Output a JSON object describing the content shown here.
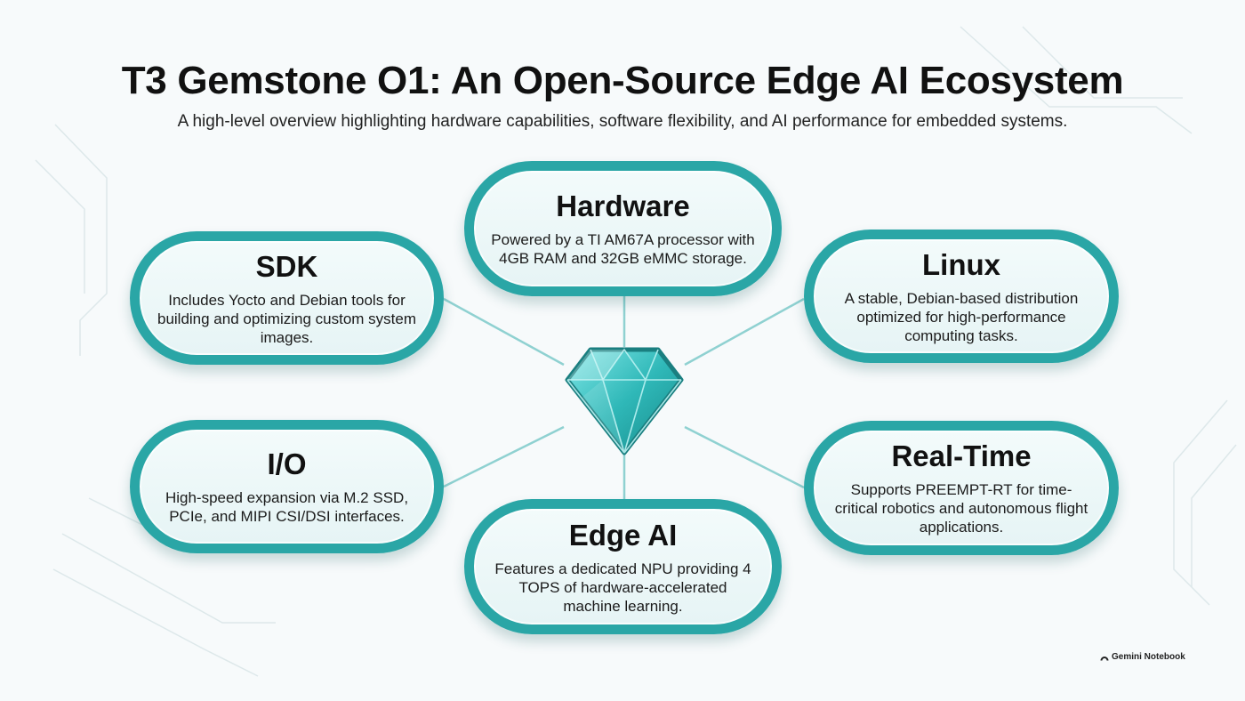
{
  "title": "T3 Gemstone O1: An Open-Source Edge AI Ecosystem",
  "subtitle": "A high-level overview highlighting hardware capabilities, software flexibility, and AI performance for embedded systems.",
  "center_icon": "diamond-gem-icon",
  "accent_color": "#2aa6a6",
  "nodes": {
    "hardware": {
      "title": "Hardware",
      "description": "Powered by a TI AM67A processor with 4GB RAM and 32GB eMMC storage."
    },
    "sdk": {
      "title": "SDK",
      "description": "Includes Yocto and Debian tools for building and optimizing custom system images."
    },
    "linux": {
      "title": "Linux",
      "description": "A stable, Debian-based distribution optimized for high-performance computing tasks."
    },
    "io": {
      "title": "I/O",
      "description": "High-speed expansion via M.2 SSD, PCIe, and MIPI CSI/DSI interfaces."
    },
    "realtime": {
      "title": "Real-Time",
      "description": "Supports PREEMPT-RT for time-critical robotics and autonomous flight applications."
    },
    "edgeai": {
      "title": "Edge AI",
      "description": "Features a dedicated NPU providing 4 TOPS of hardware-accelerated machine learning."
    }
  },
  "brand": {
    "label": "Gemini Notebook",
    "icon": "notebook-logo-icon"
  }
}
